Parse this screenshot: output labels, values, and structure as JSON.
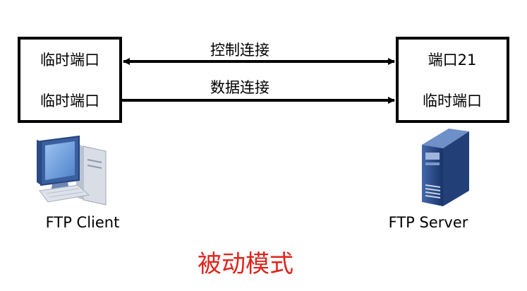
{
  "client_box": {
    "port_top": "临时端口",
    "port_bottom": "临时端口"
  },
  "server_box": {
    "port_top": "端口21",
    "port_bottom": "临时端口"
  },
  "connections": {
    "control": "控制连接",
    "data": "数据连接"
  },
  "client_label": "FTP Client",
  "server_label": "FTP Server",
  "mode_title": "被动模式",
  "colors": {
    "box_border": "#000000",
    "arrow": "#000000",
    "title": "#e0231c",
    "monitor": "#2f5597",
    "monitor_screen": "#6f9fe0",
    "server_body": "#1f3f7a",
    "server_side": "#4a6fb0"
  },
  "icons": {
    "client": "desktop-computer-icon",
    "server": "server-tower-icon"
  }
}
